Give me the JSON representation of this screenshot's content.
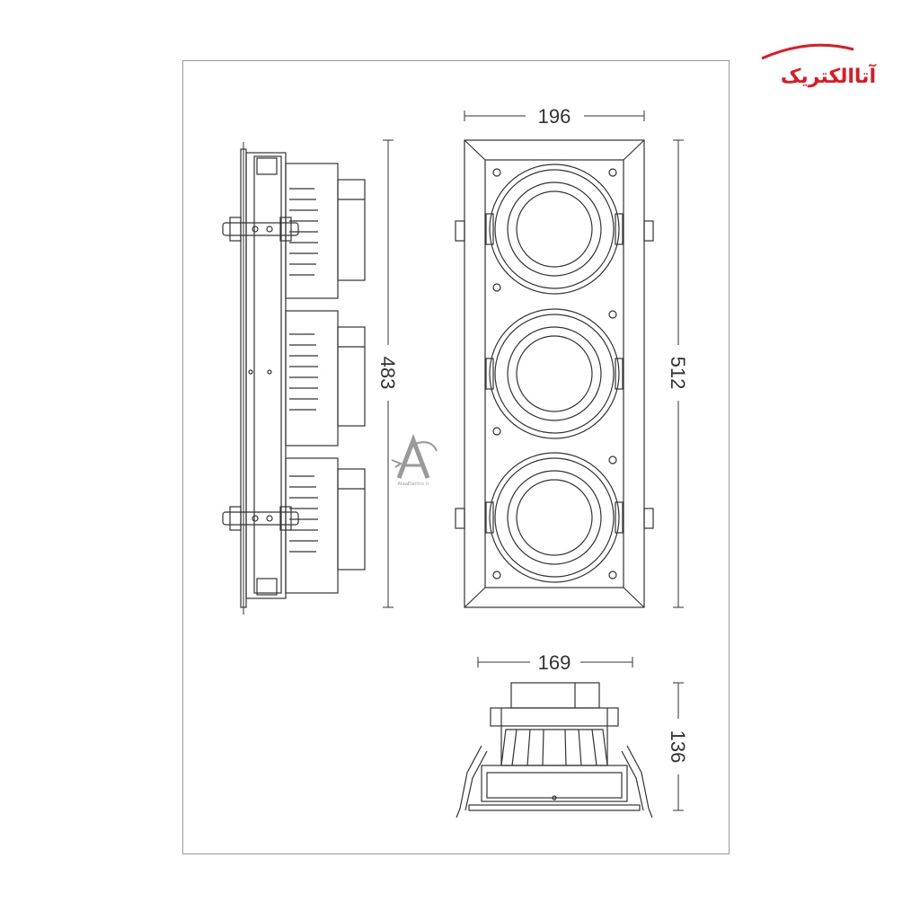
{
  "dimensions": {
    "front_width": "196",
    "front_height": "512",
    "side_height": "483",
    "bottom_width": "169",
    "bottom_height": "136"
  },
  "logo": {
    "text": "آتاالکتریک",
    "color": "#e4161f"
  },
  "watermark": {
    "text": "AtaaElectric.ir"
  },
  "colors": {
    "line": "#333333",
    "frame": "#9a9a9a"
  }
}
